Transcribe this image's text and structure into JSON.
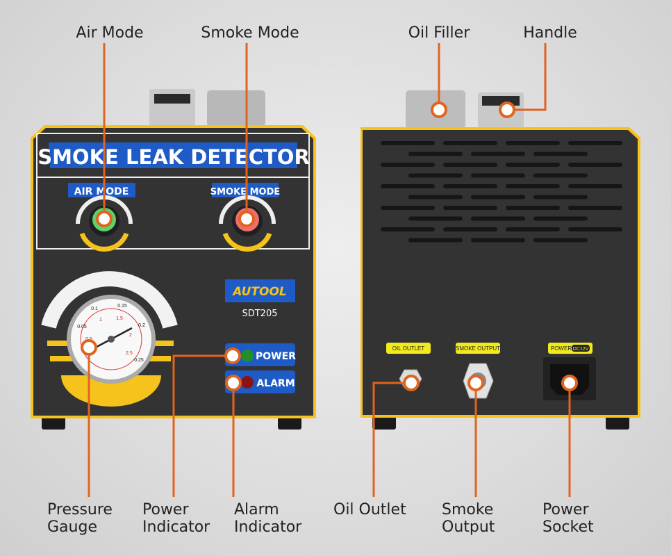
{
  "front": {
    "title": "SMOKE LEAK DETECTOR",
    "air_mode_label": "AIR MODE",
    "smoke_mode_label": "SMOKE MODE",
    "brand": "AUTOOL",
    "model": "SDT205",
    "power_label": "POWER",
    "alarm_label": "ALARM",
    "gauge_outer_ticks": [
      "0.05",
      "0.1",
      "0.15",
      "0.2",
      "0.25"
    ],
    "gauge_inner_ticks": [
      "0.5",
      "1",
      "1.5",
      "2",
      "2.5"
    ]
  },
  "back": {
    "oil_outlet_label": "OIL OUTLET",
    "smoke_output_label": "SMOKE OUTPUT",
    "power_label": "POWER",
    "power_rating": "DC12V"
  },
  "callouts": {
    "air_mode": "Air Mode",
    "smoke_mode": "Smoke Mode",
    "oil_filler": "Oil Filler",
    "handle": "Handle",
    "pressure_gauge": [
      "Pressure",
      "Gauge"
    ],
    "power_indicator": [
      "Power",
      "Indicator"
    ],
    "alarm_indicator": [
      "Alarm",
      "Indicator"
    ],
    "oil_outlet": [
      "Oil Outlet"
    ],
    "smoke_output": [
      "Smoke",
      "Output"
    ],
    "power_socket": [
      "Power",
      "Socket"
    ]
  },
  "colors": {
    "callout": "#e0641e",
    "body": "#333333",
    "trim": "#f5c31c",
    "panel_blue": "#1e5bc6"
  }
}
